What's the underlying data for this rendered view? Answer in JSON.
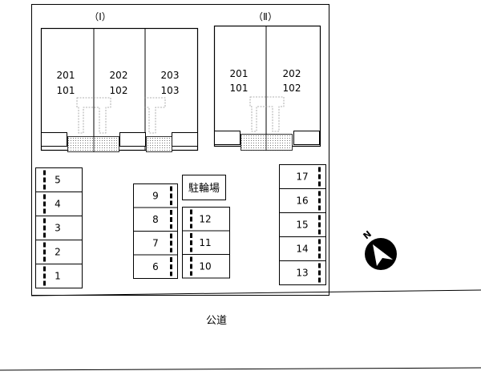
{
  "buildings": [
    {
      "label": "（Ⅰ）",
      "units": [
        {
          "upper": "201",
          "lower": "101"
        },
        {
          "upper": "202",
          "lower": "102"
        },
        {
          "upper": "203",
          "lower": "103"
        }
      ]
    },
    {
      "label": "（Ⅱ）",
      "units": [
        {
          "upper": "201",
          "lower": "101"
        },
        {
          "upper": "202",
          "lower": "102"
        }
      ]
    }
  ],
  "parking": {
    "left_column": [
      "5",
      "4",
      "3",
      "2",
      "1"
    ],
    "center_left_column": [
      "9",
      "8",
      "7",
      "6"
    ],
    "center_right_column": [
      "12",
      "11",
      "10"
    ],
    "right_column": [
      "17",
      "16",
      "15",
      "14",
      "13"
    ]
  },
  "bicycle_parking_label": "駐輪場",
  "road_label": "公道",
  "compass": {
    "label": "N",
    "icon": "north-arrow-icon"
  }
}
